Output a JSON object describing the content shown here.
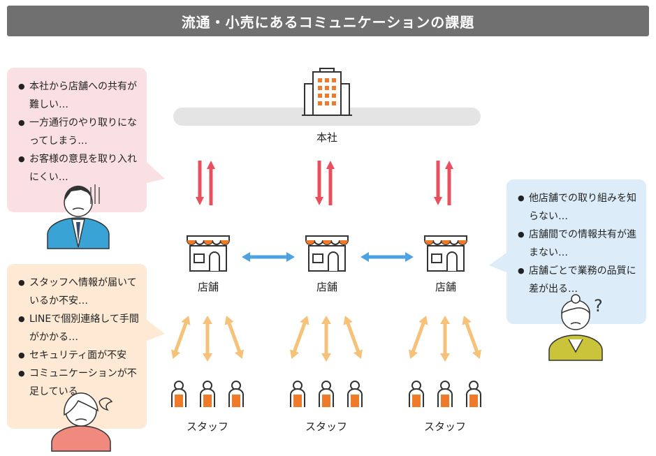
{
  "title": "流通・小売にあるコミュニケーションの課題",
  "headquarters": {
    "label": "本社"
  },
  "stores": [
    {
      "label": "店舗"
    },
    {
      "label": "店舗"
    },
    {
      "label": "店舗"
    }
  ],
  "staff": [
    {
      "label": "スタッフ"
    },
    {
      "label": "スタッフ"
    },
    {
      "label": "スタッフ"
    }
  ],
  "bubbles": {
    "headquarters_issues": [
      "本社から店舗への共有が難しい…",
      "一方通行のやり取りになってしまう…",
      "お客様の意見を取り入れにくい…"
    ],
    "staff_issues": [
      "スタッフへ情報が届いているか不安…",
      "LINEで個別連絡して手間がかかる…",
      "セキュリティ面が不安",
      "コミュニケーションが不足している…"
    ],
    "store_issues": [
      "他店舗での取り組みを知らない…",
      "店舗間での情報共有が進まない…",
      "店舗ごとで業務の品質に差が出る…"
    ]
  },
  "colors": {
    "red_arrow": "#e8505f",
    "blue_arrow": "#4fa2e0",
    "orange_arrow": "#f6c27a",
    "staff_apron": "#ef7a2a",
    "store_awning": "#ef7a2a",
    "building_window": "#ef7a2a"
  },
  "icons": [
    "office-building-icon",
    "store-icon",
    "staff-icon",
    "businessman-icon",
    "worried-woman-icon",
    "confused-woman-icon"
  ]
}
